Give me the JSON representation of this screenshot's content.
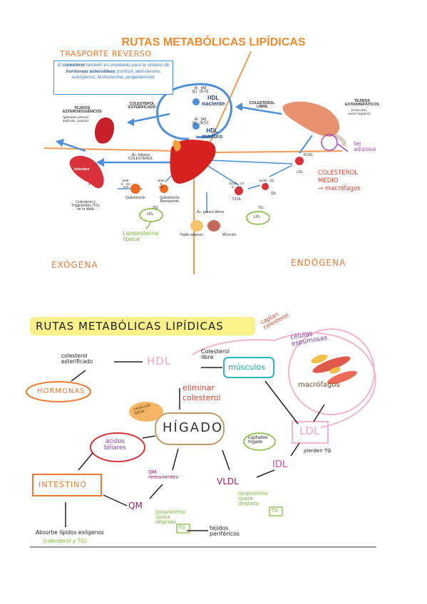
{
  "top": {
    "title": "RUTAS METABÓLICAS LIPÍDICAS",
    "trasporte_reverso": "TRASPORTE REVERSO",
    "info_pre": "El ",
    "info_colesterol": "colesterol",
    "info_mid": " también es empleado para la síntesis de ",
    "info_hormonas": "hormonas esteroideas",
    "info_post": " (cortisol, aldosterona, estrógenos, testosterona, progesterona)",
    "tejidos_esteroidogenicos": "TEJIDOS\nESTEROIDOGÉNICOS",
    "tejidos_esteroidogenicos_sub": "(glándula adrenal\ntestículo, ovarios)",
    "colesterol_esterificado": "COLESTEROL\nESTERIFICADO",
    "colesterol_libre": "COLESTEROL\nLIBRE",
    "tejidos_extrahepaticos": "TEJIDOS\nEXTRAHEPÁTICOS",
    "tejidos_extrahepaticos_sub": "(músculos,\nvarios órganos)",
    "hdl_naciente": "HDL\nnaciente",
    "hdl_maduro": "HDL\nmaduro",
    "hdl_apos_top": "AI   [AI]\n[E]   [A IV]",
    "hdl_apos_bottom": "AI   [AI]\n[E]   [A IV]",
    "tej_adiposo": "tej\nadiposo",
    "b100_ldl": "B100",
    "ldl": "LDL",
    "acidos_biliares": "Ác. biliares\nCOLESTEROL",
    "intestino": "Intestino",
    "colesterol_tg_dieta": "Colesterol y\nTriglicéridos (TG)\nde la dieta",
    "quilomicron": "Quilomicrón",
    "quilomicron_labels": "B48\nE   CII\nCIII",
    "quilomicron_remanente": "Quilomicrón\nRemanente",
    "remanente_labels": "B48\nE\nCIII",
    "lpl": "LPL",
    "tg": "TG",
    "lipoproteina_lipasa": "Lipoproteína\nlipasa",
    "tejido_adiposo": "Tejido adiposo",
    "acidos_grasos_libres": "Ác. grasos libres",
    "musculo": "Músculo",
    "vldl": "VLDL",
    "vldl_labels": "B100   CII\nE   CIII",
    "idl": "IDL",
    "idl_labels": "B100   [C]\nE",
    "colesterol_medio": "COLESTEROL\nMEDIO\n→ macrófagos",
    "exogena": "EXÓGENA",
    "endogena": "ENDÓGENA"
  },
  "bottom": {
    "title": "RUTAS METABÓLICAS LIPÍDICAS",
    "captan_colesterol": "captan\ncolesterol",
    "celulas_espumosas": "células\nespumosas",
    "macrofagos": "macrófagos",
    "colesterol_libre": "Colesterol\nlibre",
    "musculos": "músculos",
    "hdl": "HDL",
    "colesterol_esterificado": "colesterol\nesterificado",
    "hormonas": "HORMONAS",
    "eliminar_colesterol": "eliminar\ncolesterol",
    "vesicula_biliar": "vesícula\nbiliar",
    "higado": "HÍGADO",
    "acidos_biliares": "ácidos\nbiliares",
    "captados_higado": "captados\nhígado",
    "ldl": "LDL",
    "idl": "IDL",
    "pierden_tg": "pierden TG",
    "intestino": "INTESTINO",
    "qm_remanentes": "QM\nremanentes",
    "vldl": "VLDL",
    "lipoproteina_lipasa_1": "lipoproteína\nlipasa\ndegrada",
    "tg_1": "TG",
    "lipoproteina_lipasa_2": "lipoproteína\nlipasa\ndegrada",
    "tg_2": "TG",
    "qm": "QM",
    "tejidos_perifericos": "tejidos\nperiféricos",
    "absorbe": "Absorbe lípidos exógenos",
    "absorbe_sub": "(colesterol y TG)"
  },
  "colors": {
    "orange": "#f07a30",
    "blue": "#4a8fd8",
    "red": "#e0412e",
    "pink": "#e44ba8",
    "green": "#7ab92f",
    "yellow_highlight": "#fbf18a"
  }
}
